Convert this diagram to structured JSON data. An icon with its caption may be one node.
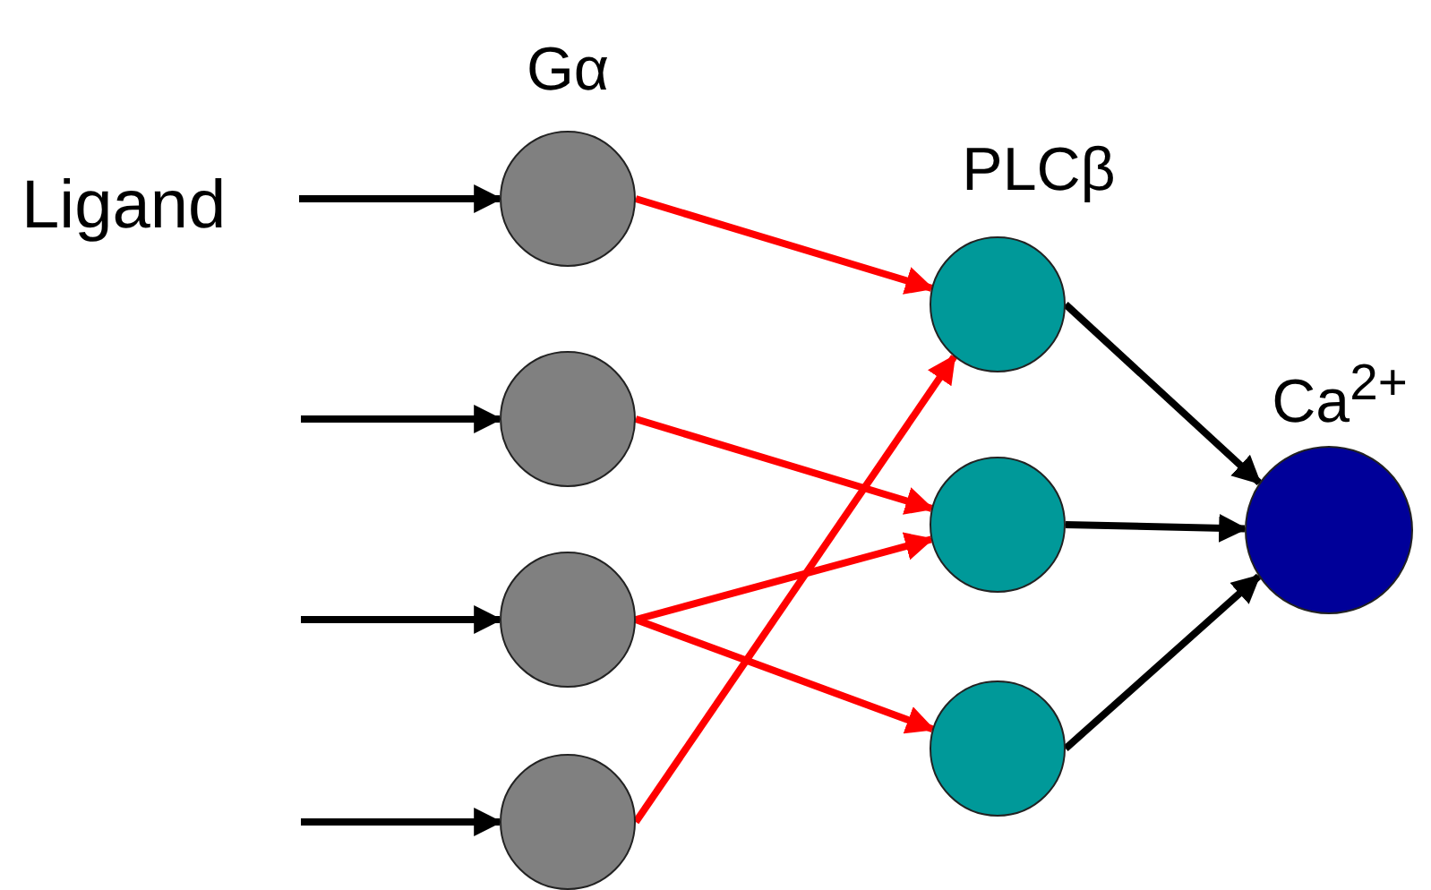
{
  "diagram": {
    "nodes": [
      {
        "text": [
          "Ligand"
        ]
      },
      {
        "text": [],
        "shape": "circle",
        "beside": [
          "Gα"
        ]
      },
      {
        "text": [],
        "shape": "circle"
      },
      {
        "text": [],
        "shape": "circle"
      },
      {
        "text": [],
        "shape": "circle"
      },
      {
        "text": [],
        "shape": "circle",
        "beside": [
          "PLCβ"
        ]
      },
      {
        "text": [],
        "shape": "circle"
      },
      {
        "text": [],
        "shape": "circle"
      },
      {
        "text": [],
        "shape": "circle",
        "beside": [
          "Ca$^{2+}$"
        ]
      }
    ],
    "edges": [
      {
        "from": 0,
        "to": 1,
        "arrow": "to"
      },
      {
        "from": null,
        "to": 2,
        "arrow": "to"
      },
      {
        "from": null,
        "to": 3,
        "arrow": "to"
      },
      {
        "from": null,
        "to": 4,
        "arrow": "to"
      },
      {
        "from": 1,
        "to": 5,
        "arrow": "to",
        "color": "#ff0000"
      },
      {
        "from": 2,
        "to": 6,
        "arrow": "to",
        "color": "#ff0000"
      },
      {
        "from": 3,
        "to": 6,
        "arrow": "to",
        "color": "#ff0000"
      },
      {
        "from": 3,
        "to": 7,
        "arrow": "to",
        "color": "#ff0000"
      },
      {
        "from": 4,
        "to": 5,
        "arrow": "to",
        "color": "#ff0000"
      },
      {
        "from": 5,
        "to": 8,
        "arrow": "to"
      },
      {
        "from": 6,
        "to": 8,
        "arrow": "to"
      },
      {
        "from": 7,
        "to": 8,
        "arrow": "to"
      }
    ]
  }
}
